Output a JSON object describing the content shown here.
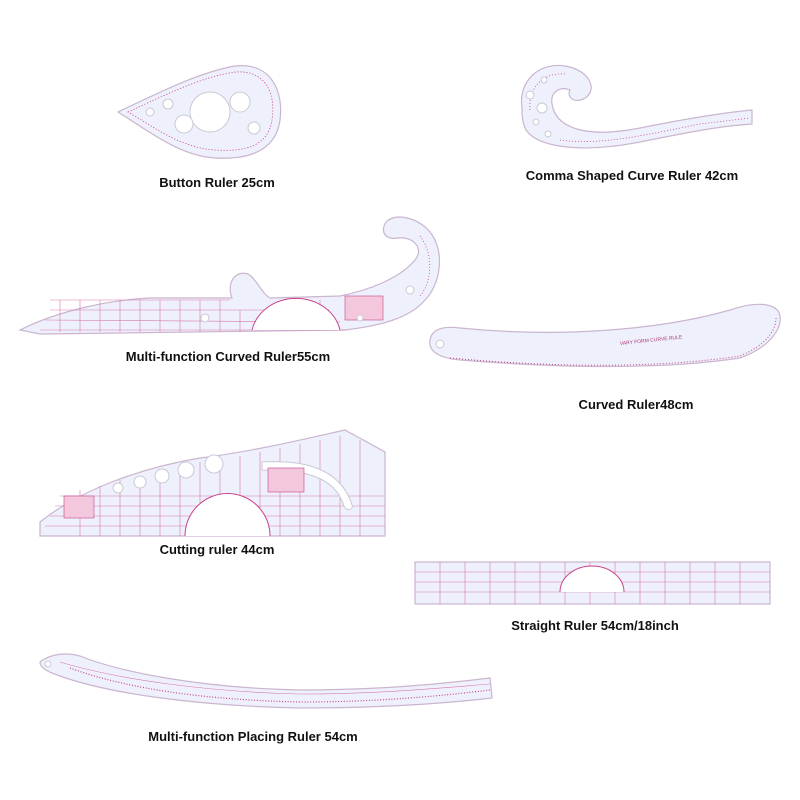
{
  "captions": {
    "button_ruler": "Button Ruler 25cm",
    "comma_ruler": "Comma Shaped Curve Ruler 42cm",
    "multifunction_curved": "Multi-function Curved Ruler55cm",
    "curved_ruler": "Curved Ruler48cm",
    "cutting_ruler": "Cutting ruler 44cm",
    "straight_ruler": "Straight Ruler 54cm/18inch",
    "placing_ruler": "Multi-function Placing Ruler 54cm"
  },
  "ruler_text": {
    "curved_ruler_imprint": "VARY FORM CURVE RULE"
  },
  "colors": {
    "ruler_fill": "#eef1fb",
    "marking_pink": "#c8428c",
    "background": "#ffffff"
  }
}
